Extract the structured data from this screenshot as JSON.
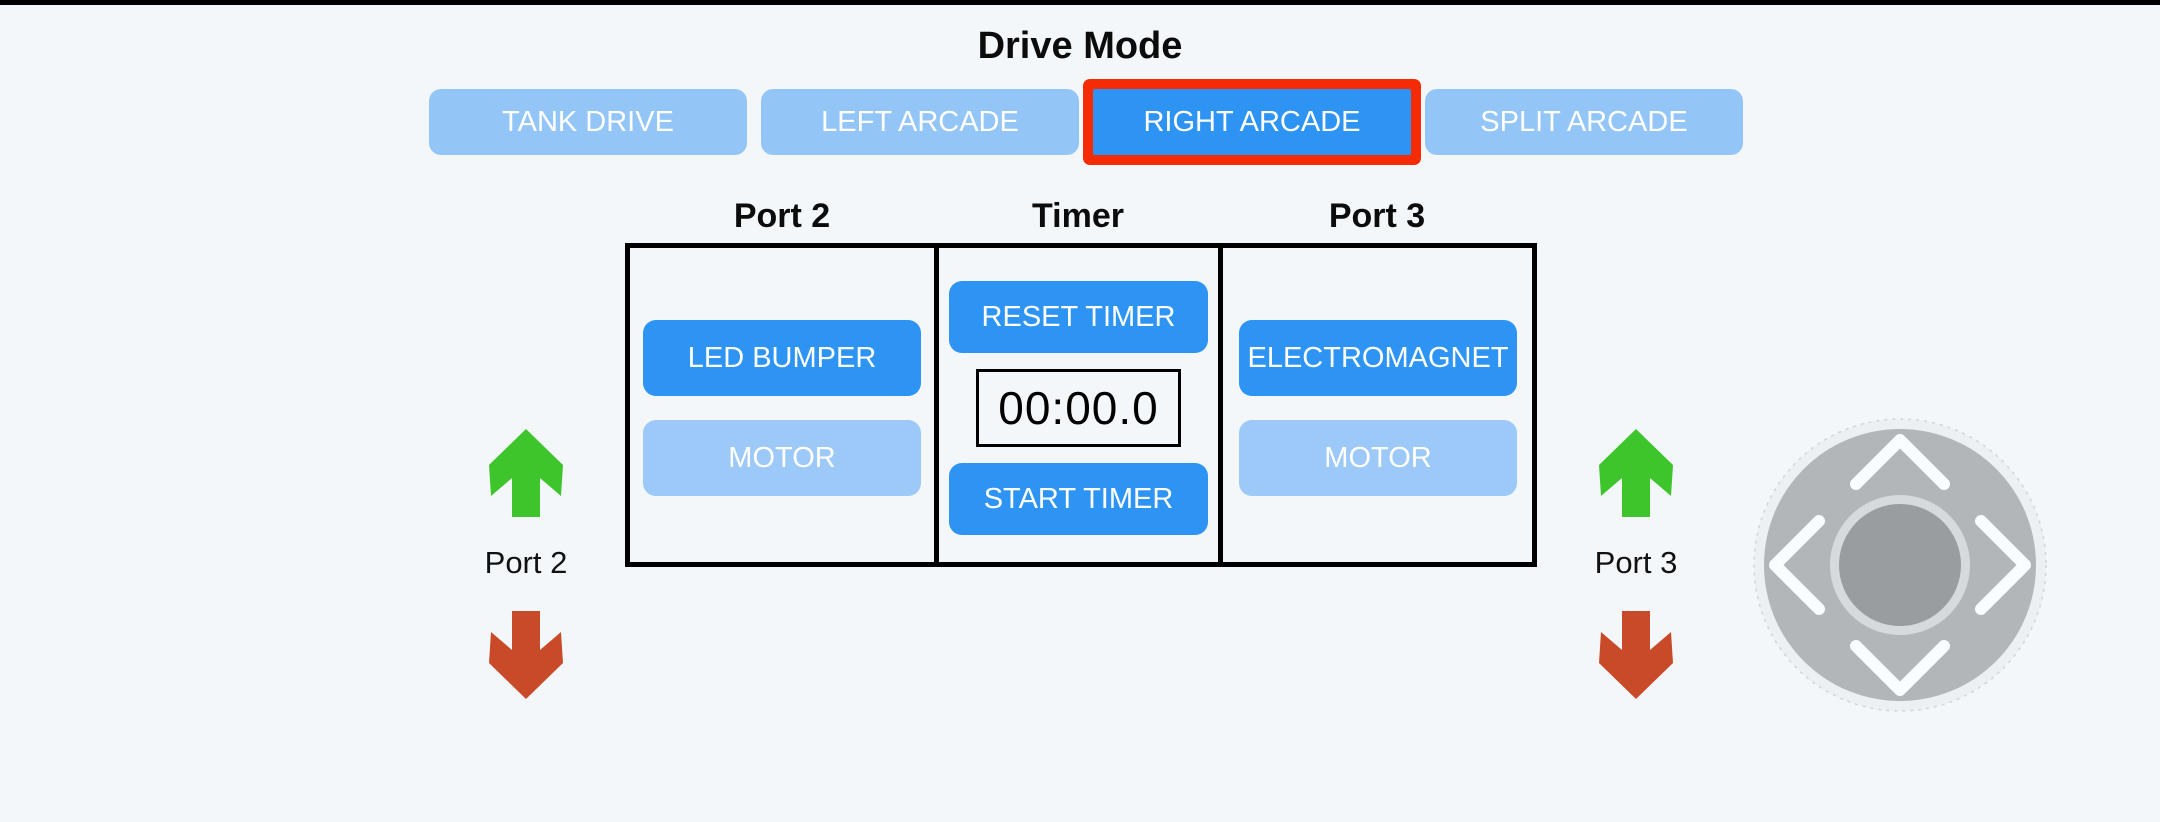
{
  "header": {
    "title": "Drive Mode"
  },
  "drive_modes": {
    "buttons": [
      {
        "label": "TANK DRIVE",
        "selected": false
      },
      {
        "label": "LEFT ARCADE",
        "selected": false
      },
      {
        "label": "RIGHT ARCADE",
        "selected": true
      },
      {
        "label": "SPLIT ARCADE",
        "selected": false
      }
    ]
  },
  "panel": {
    "columns": [
      {
        "header": "Port 2",
        "buttons": [
          {
            "label": "LED BUMPER",
            "state": "selected"
          },
          {
            "label": "MOTOR",
            "state": "unselected"
          }
        ]
      },
      {
        "header": "Timer",
        "reset_button": "RESET TIMER",
        "display_value": "00:00.0",
        "start_button": "START TIMER"
      },
      {
        "header": "Port 3",
        "buttons": [
          {
            "label": "ELECTROMAGNET",
            "state": "selected"
          },
          {
            "label": "MOTOR",
            "state": "unselected"
          }
        ]
      }
    ]
  },
  "port_indicators": {
    "left": {
      "label": "Port 2",
      "up": "forward",
      "down": "reverse"
    },
    "right": {
      "label": "Port 3",
      "up": "forward",
      "down": "reverse"
    }
  },
  "colors": {
    "background": "#f3f7f9",
    "button_selected_blue": "#2e94f3",
    "button_unselected_blue": "#93c6f7",
    "selection_highlight_red": "#f52b05",
    "arrow_up_green": "#3ec52b",
    "arrow_down_red": "#c84a28",
    "joystick_base_gray": "#b3b6b8",
    "joystick_knob_gray": "#9a9da0",
    "joystick_ring_gray": "#d7dadc",
    "joystick_chevron_white": "#fafdff",
    "timer_text": "#000000"
  }
}
